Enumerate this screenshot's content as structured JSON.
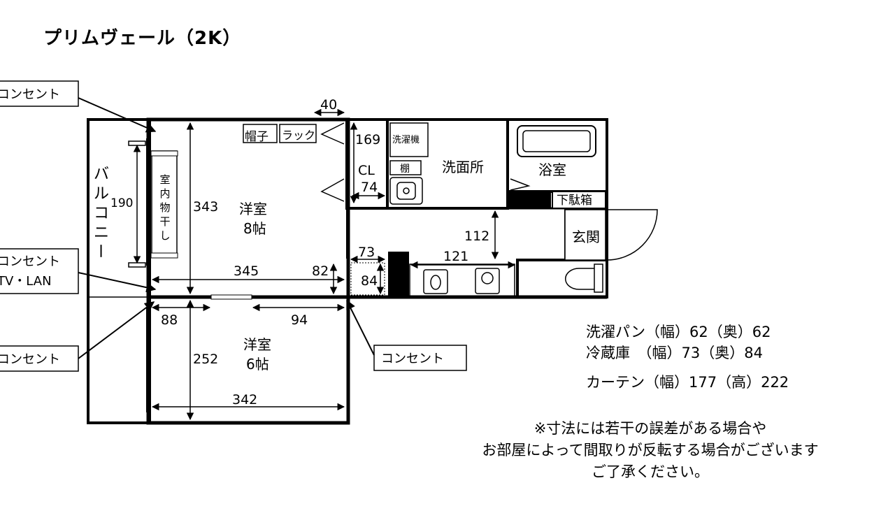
{
  "title": "プリムヴェール（2K）",
  "labels": {
    "outlet_top": "コンセント",
    "outlet_tv_1": "コンセント",
    "outlet_tv_2": "TV・LAN",
    "outlet_left_bottom": "コンセント",
    "outlet_right": "コンセント",
    "hat": "帽子",
    "rack": "ラック",
    "closet": "CL",
    "washer": "洗濯機",
    "shelf": "棚",
    "washroom": "洗面所",
    "bath": "浴室",
    "shoe_box": "下駄箱",
    "entrance": "玄関",
    "balcony_1": "バ",
    "balcony_2": "ル",
    "balcony_3": "コ",
    "balcony_4": "ニ",
    "balcony_5": "ー",
    "indoor_dry": "室内物干し",
    "room1_name": "洋室",
    "room1_size": "8帖",
    "room2_name": "洋室",
    "room2_size": "6帖"
  },
  "dimensions": {
    "d40": "40",
    "d169": "169",
    "d74": "74",
    "d190": "190",
    "d343": "343",
    "d345": "345",
    "d82": "82",
    "d112": "112",
    "d73": "73",
    "d84": "84",
    "d121": "121",
    "d88": "88",
    "d94": "94",
    "d252": "252",
    "d342": "342"
  },
  "notes": {
    "line1": "洗濯パン（幅）62（奥）62",
    "line2": "冷蔵庫　（幅）73（奥）84",
    "line3": "カーテン（幅）177（高）222"
  },
  "caution": {
    "line1": "※寸法には若干の誤差がある場合や",
    "line2": "お部屋によって間取りが反転する場合がございます",
    "line3": "ご了承ください。"
  }
}
